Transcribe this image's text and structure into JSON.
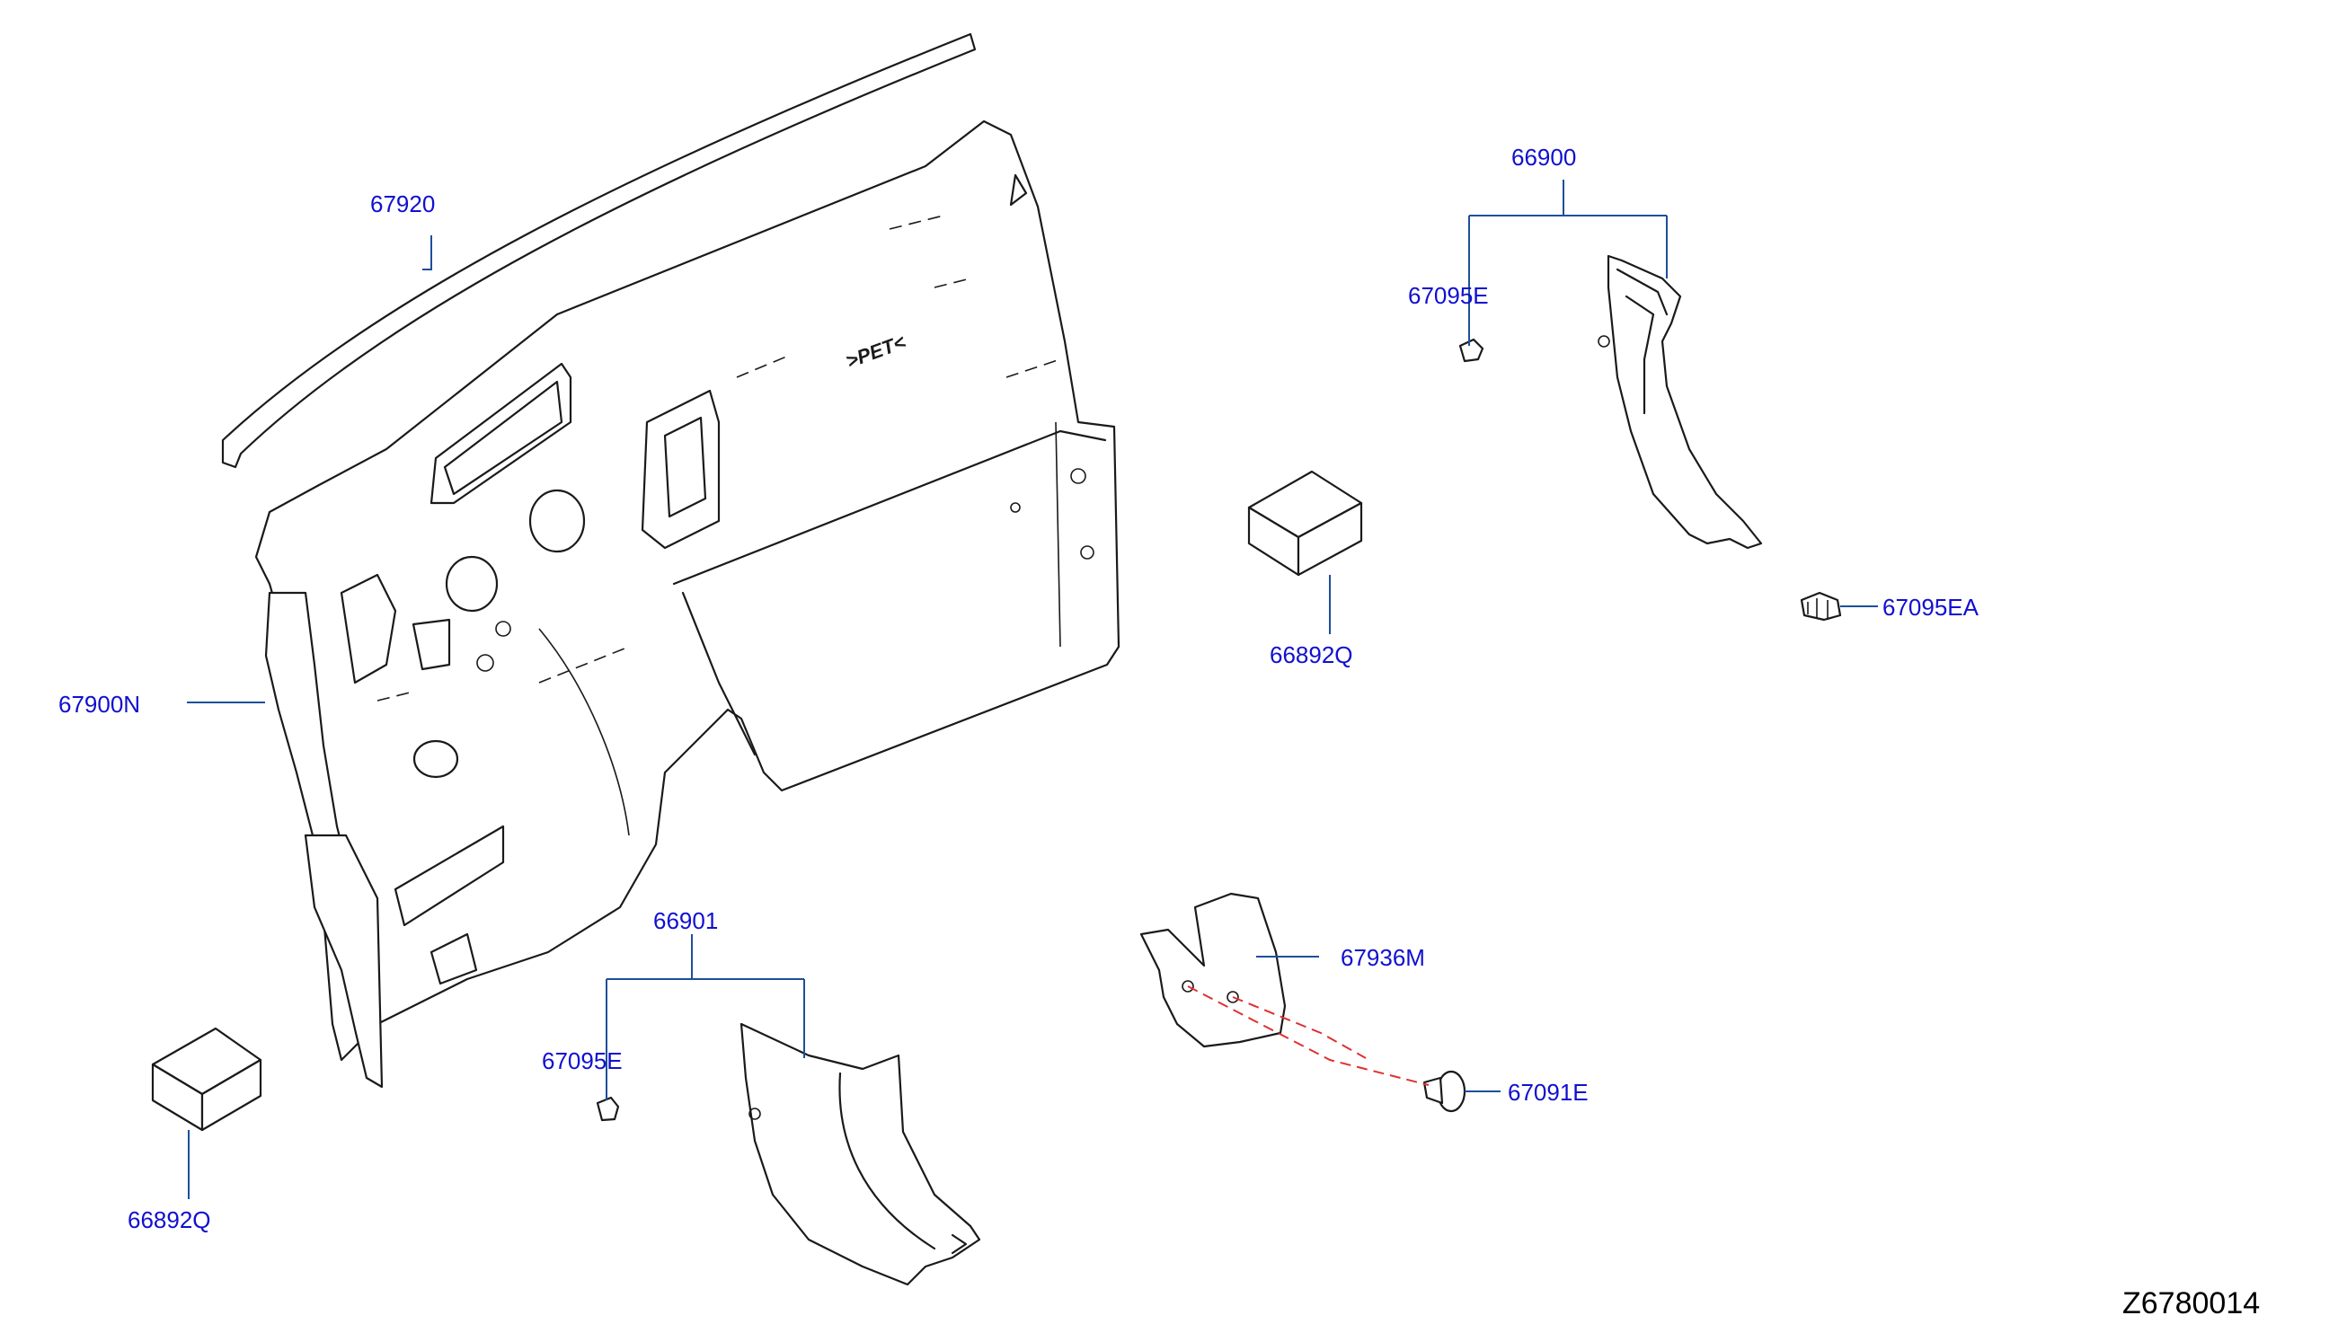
{
  "labels": {
    "p67920": "67920",
    "p67900N": "67900N",
    "p66900": "66900",
    "p67095E_upper": "67095E",
    "p67095EA": "67095EA",
    "p66892Q_upper": "66892Q",
    "p66901": "66901",
    "p67095E_lower": "67095E",
    "p66892Q_lower": "66892Q",
    "p67936M": "67936M",
    "p67091E": "67091E"
  },
  "panel_marking": ">PET<",
  "diagram_ref": "Z6780014",
  "colors": {
    "label": "#1010d0",
    "leader": "#1d4f9a",
    "dashed_guide": "#e03030",
    "linework": "#1a1a1a"
  }
}
